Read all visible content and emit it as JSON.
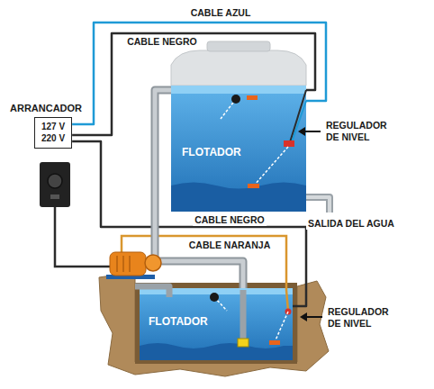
{
  "diagram": {
    "nodes": [
      {
        "text": [
          "ARRANCADOR",
          "127 V",
          "220 V"
        ]
      },
      {
        "text": [
          "FLOTADOR"
        ]
      },
      {
        "text": [
          "FLOTADOR"
        ]
      }
    ],
    "edges": [
      {
        "from": 0,
        "to": 1,
        "label": "CABLE AZUL",
        "arrow": "none"
      },
      {
        "from": 0,
        "to": 1,
        "label": "CABLE NEGRO",
        "arrow": "none"
      },
      {
        "from": 0,
        "to": 2,
        "label": "CABLE NEGRO",
        "arrow": "none"
      },
      {
        "from": 2,
        "to": 1,
        "arrow": "none"
      }
    ],
    "labels": [
      "REGULADOR DE NIVEL",
      "SALIDA DEL AGUA",
      "CABLE NARANJA",
      "REGULADOR DE NIVEL"
    ]
  }
}
